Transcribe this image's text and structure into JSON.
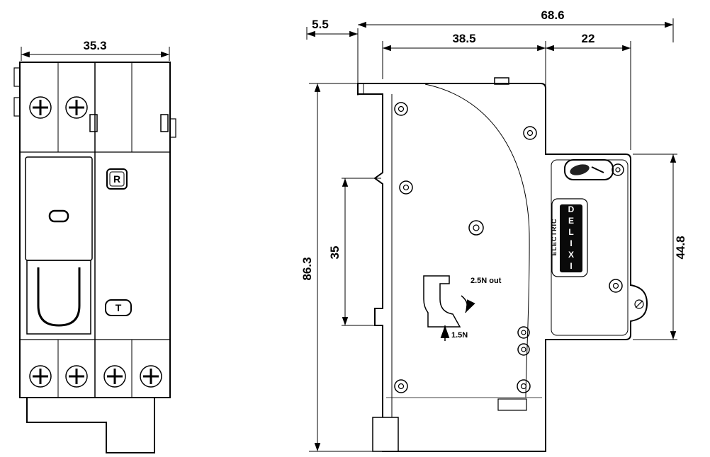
{
  "front_view": {
    "dim_width": "35.3",
    "reset_button": "R",
    "test_button": "T"
  },
  "side_view": {
    "dim_din_offset": "5.5",
    "dim_depth_total": "68.6",
    "dim_depth_body": "38.5",
    "dim_depth_front": "22",
    "dim_height": "86.3",
    "dim_rail_span": "35",
    "dim_front_height": "44.8",
    "logo": {
      "brand": "DELIXI",
      "sub": "ELECTRIC"
    },
    "notes": {
      "pull_out": "2.5N out",
      "push_in": "1.5N"
    }
  }
}
